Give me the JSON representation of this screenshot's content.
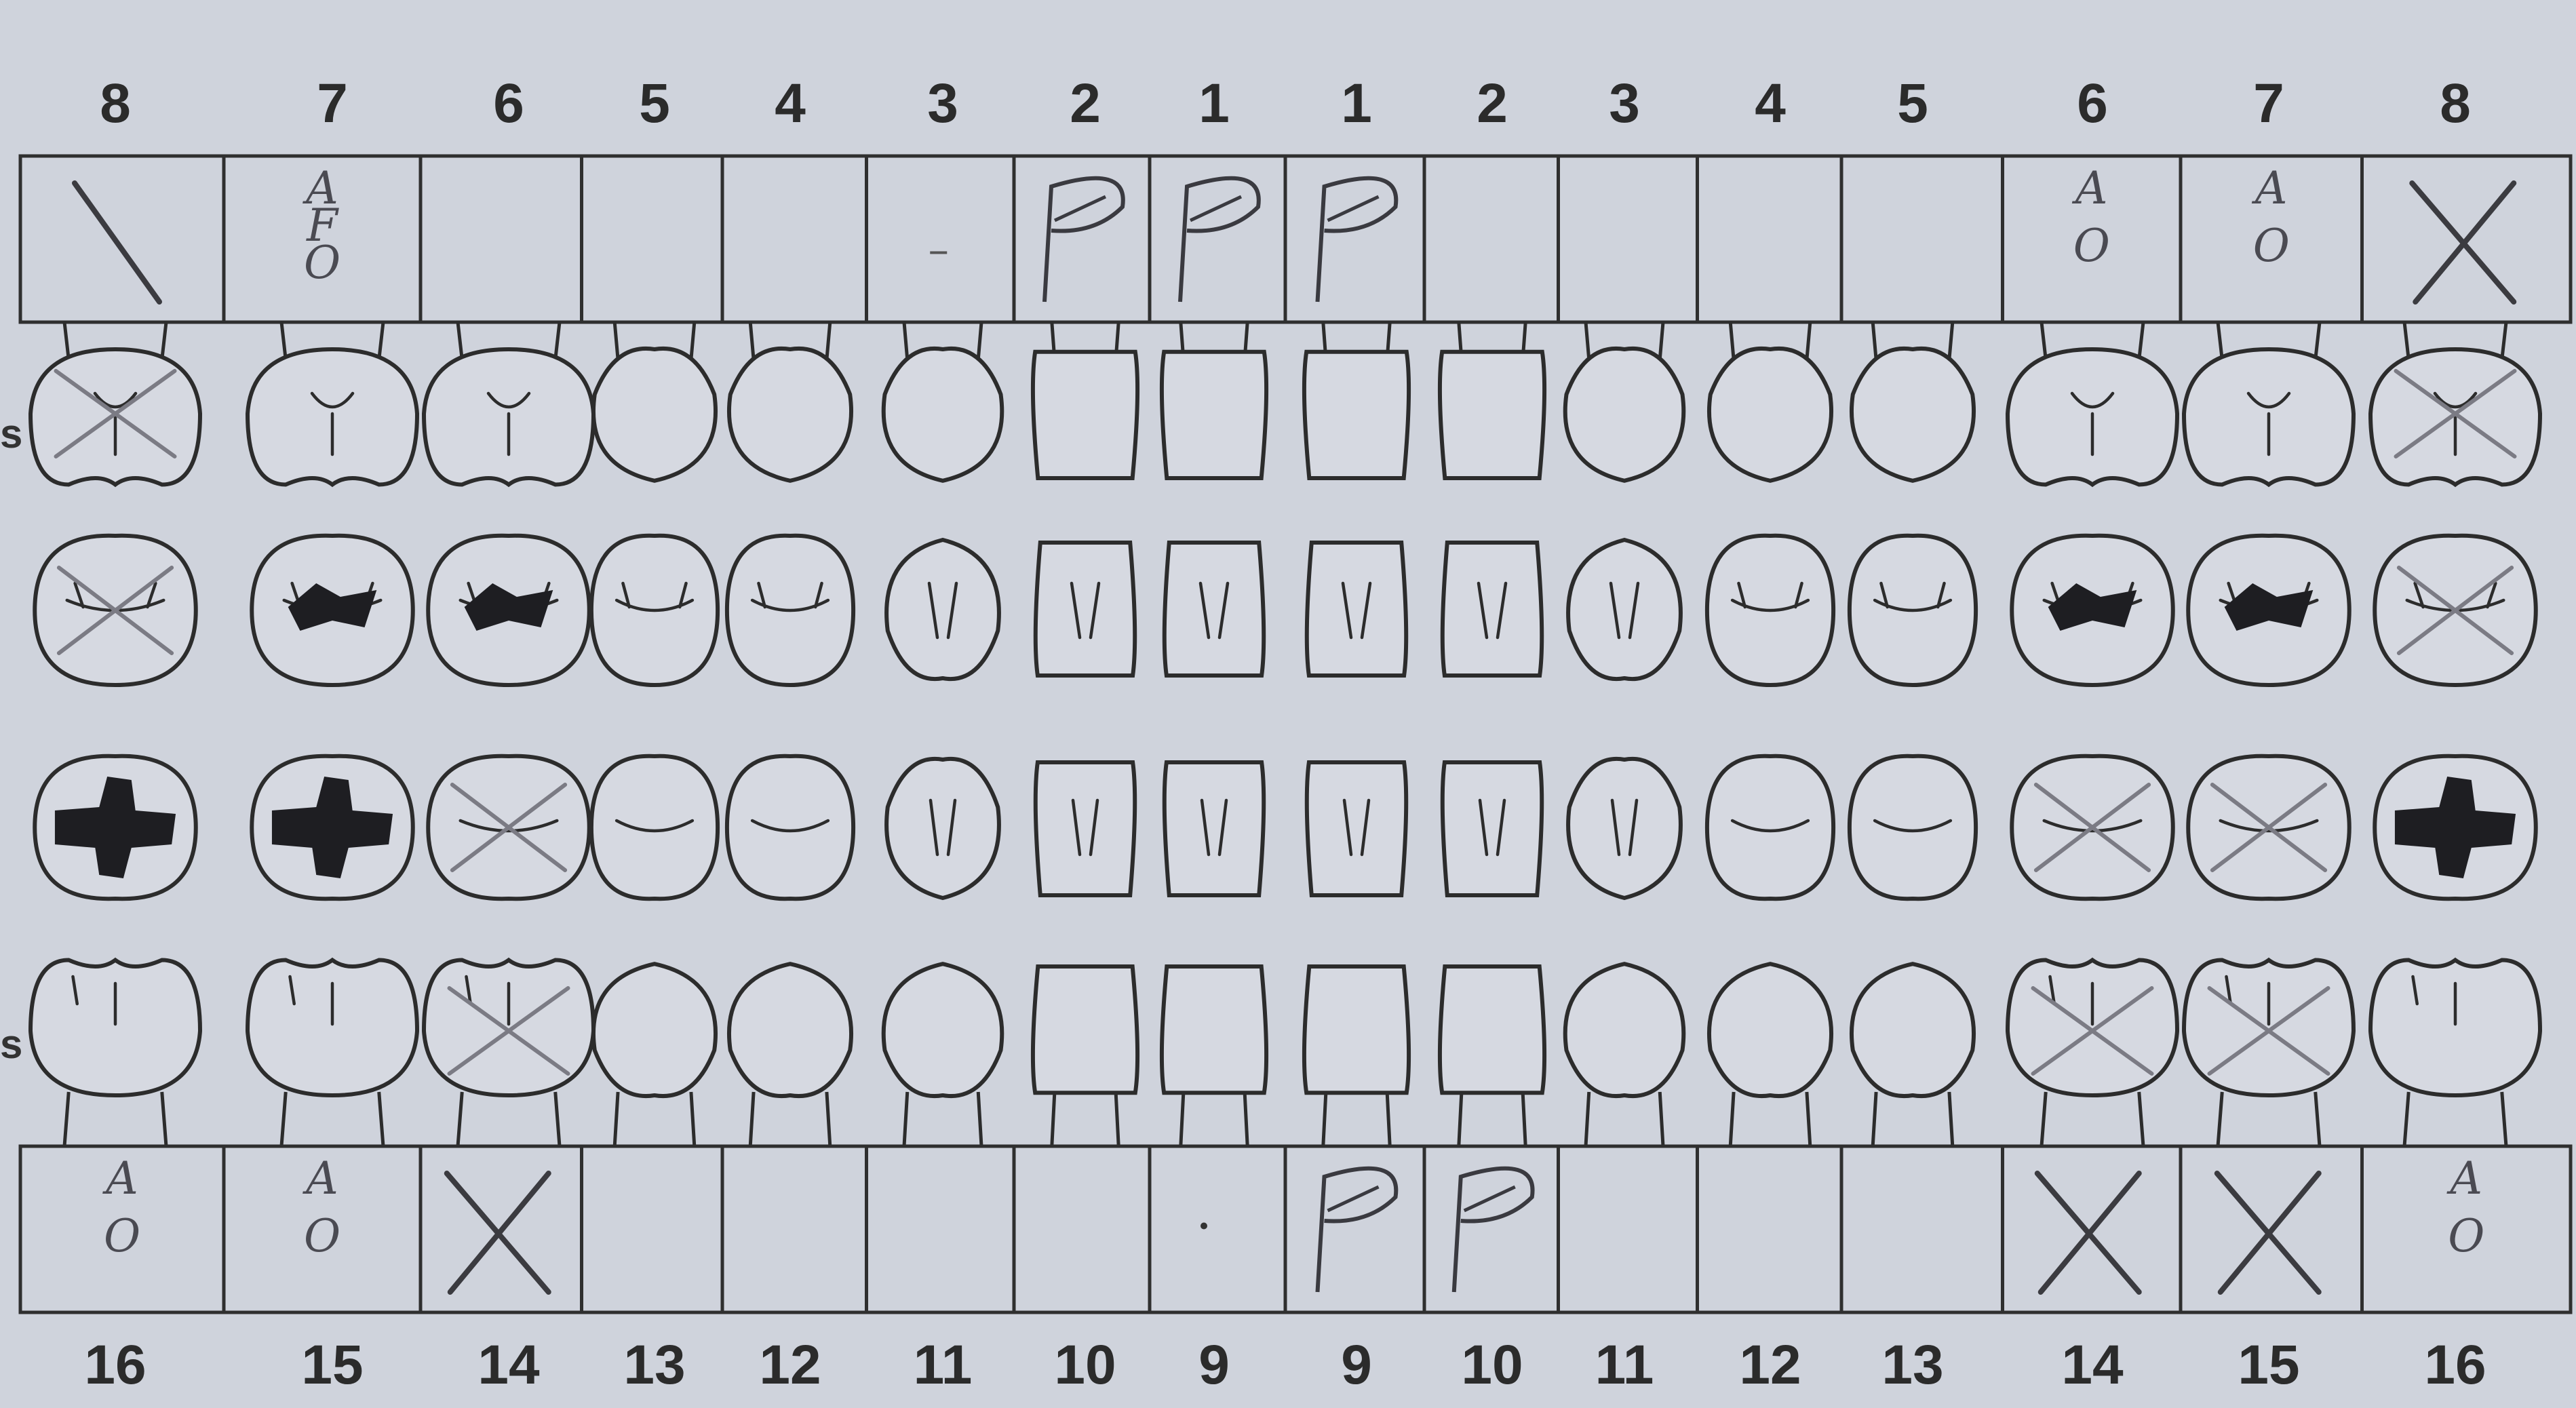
{
  "top_numbers": [
    "8",
    "7",
    "6",
    "5",
    "4",
    "3",
    "2",
    "1",
    "1",
    "2",
    "3",
    "4",
    "5",
    "6",
    "7",
    "8"
  ],
  "bottom_numbers": [
    "16",
    "15",
    "14",
    "13",
    "12",
    "11",
    "10",
    "9",
    "9",
    "10",
    "11",
    "12",
    "13",
    "14",
    "15",
    "16"
  ],
  "side_labels": [
    "s",
    "s"
  ],
  "upper_boxes": [
    {
      "mark": "slash"
    },
    {
      "text": [
        "A",
        "F",
        "O"
      ]
    },
    {},
    {},
    {},
    {
      "mark": "dash"
    },
    {
      "mark": "P"
    },
    {
      "mark": "P"
    },
    {
      "mark": "P"
    },
    {},
    {},
    {},
    {},
    {
      "text": [
        "A",
        "O"
      ]
    },
    {
      "text": [
        "A",
        "O"
      ]
    },
    {
      "mark": "X"
    }
  ],
  "lower_boxes": [
    {
      "text": [
        "A",
        "O"
      ]
    },
    {
      "text": [
        "A",
        "O"
      ]
    },
    {
      "mark": "X"
    },
    {},
    {},
    {},
    {},
    {
      "mark": "dot"
    },
    {
      "mark": "P"
    },
    {
      "mark": "P"
    },
    {},
    {},
    {},
    {
      "mark": "X"
    },
    {
      "mark": "X"
    },
    {
      "text": [
        "A",
        "O"
      ]
    }
  ],
  "teeth_kind": [
    "molar",
    "molar",
    "molar",
    "premolar",
    "premolar",
    "canine",
    "incisor",
    "incisor",
    "incisor",
    "incisor",
    "canine",
    "premolar",
    "premolar",
    "molar",
    "molar",
    "molar"
  ],
  "upper_buccal_crossed": [
    0,
    15
  ],
  "upper_occlusal_crossed": [
    0,
    15
  ],
  "upper_occlusal_filled": [
    1,
    2,
    13,
    14
  ],
  "lower_occlusal_crossed": [
    2,
    13,
    14
  ],
  "lower_occlusal_filled": [
    0,
    1,
    15
  ],
  "lower_buccal_crossed": [
    2,
    13,
    14
  ]
}
